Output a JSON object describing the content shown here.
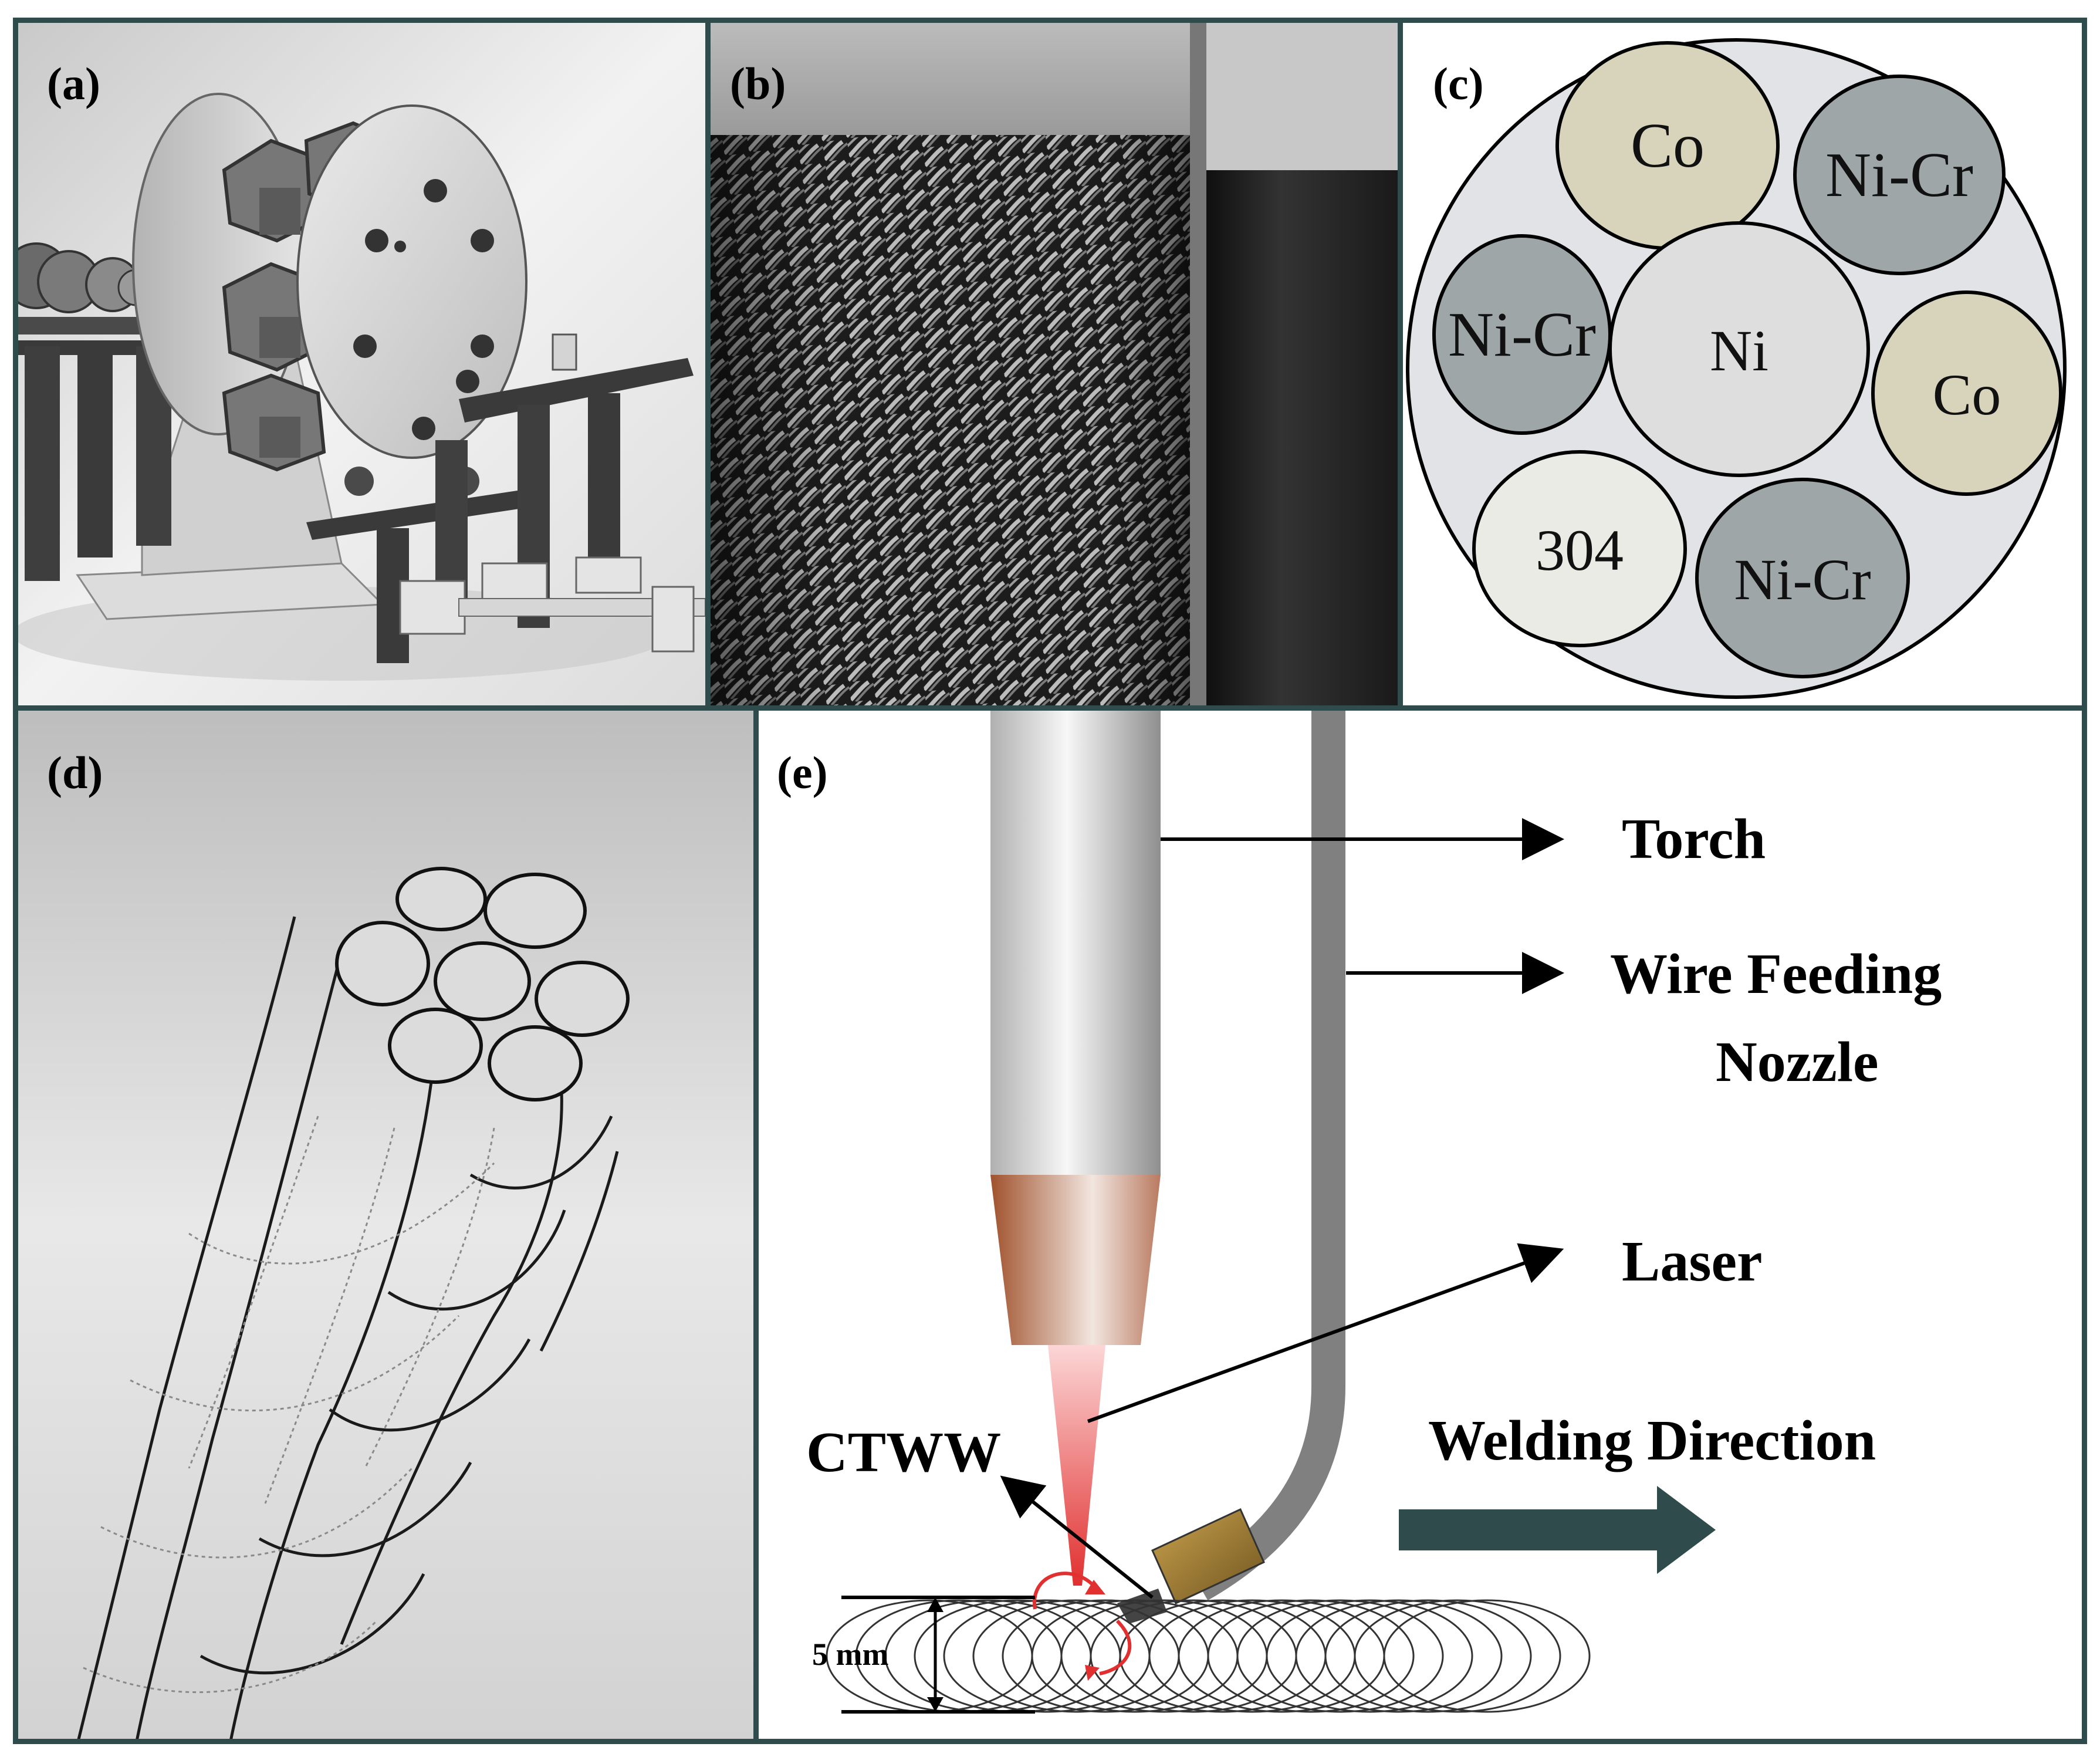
{
  "panels": {
    "a": {
      "label": "(a)"
    },
    "b": {
      "label": "(b)"
    },
    "c": {
      "label": "(c)",
      "wires": [
        {
          "name": "Co",
          "material": "co"
        },
        {
          "name": "Ni-Cr",
          "material": "nicr"
        },
        {
          "name": "Ni-Cr",
          "material": "nicr"
        },
        {
          "name": "Ni",
          "material": "ni"
        },
        {
          "name": "Co",
          "material": "co"
        },
        {
          "name": "304",
          "material": "ss304"
        },
        {
          "name": "Ni-Cr",
          "material": "nicr"
        }
      ]
    },
    "d": {
      "label": "(d)"
    },
    "e": {
      "label": "(e)",
      "torch": "Torch",
      "nozzle_line1": "Wire Feeding",
      "nozzle_line2": "Nozzle",
      "laser": "Laser",
      "ctww": "CTWW",
      "direction": "Welding Direction",
      "scale": "5 mm"
    }
  },
  "colors": {
    "frame": "#2f4b4b",
    "co": "#d8d4bb",
    "nicr": "#9ea6a8",
    "ni": "#dedede",
    "ss304": "#ebebe6",
    "direction_arrow": "#2f4b4b",
    "laser": "#e0302f"
  }
}
